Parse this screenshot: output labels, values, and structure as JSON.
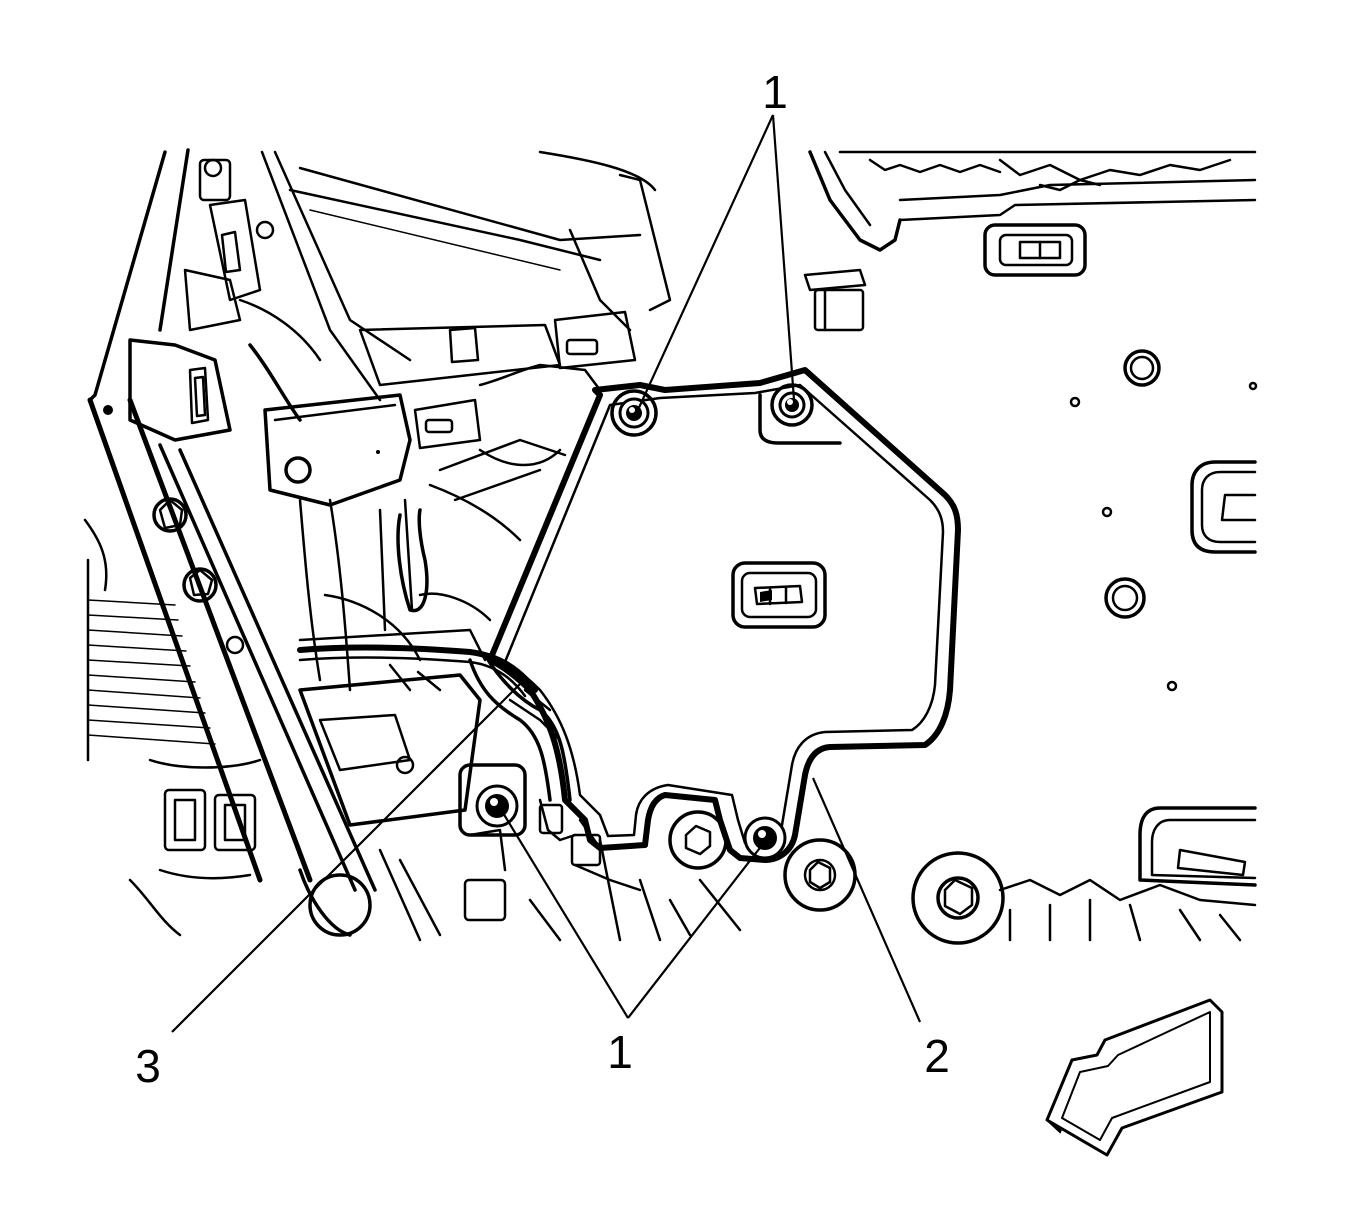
{
  "callouts": [
    {
      "id": "fastener-top",
      "label": "1"
    },
    {
      "id": "fastener-bottom",
      "label": "1"
    },
    {
      "id": "shield",
      "label": "2"
    },
    {
      "id": "harness",
      "label": "3"
    }
  ],
  "direction_arrow": {
    "icon": "front-direction-arrow-icon"
  }
}
